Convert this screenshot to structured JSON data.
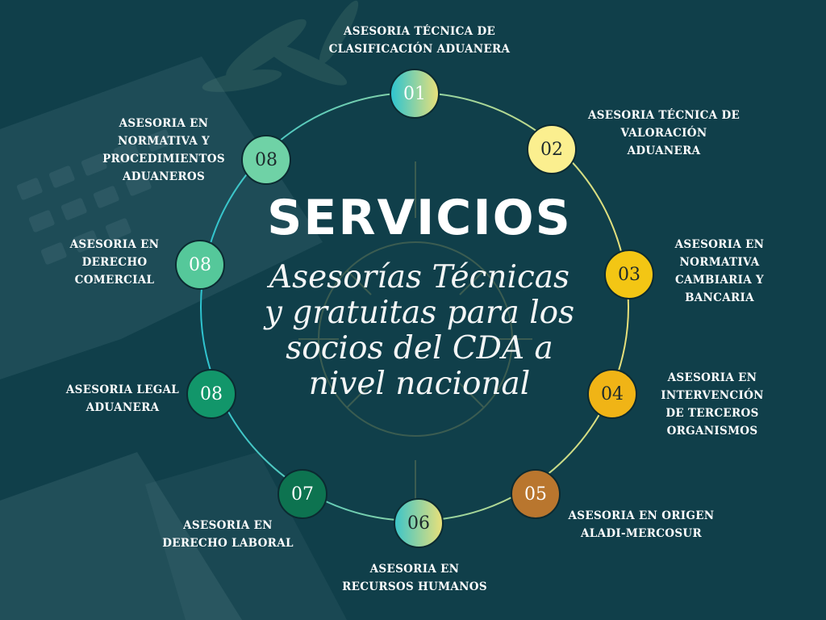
{
  "center": {
    "title": "SERVICIOS",
    "subtitle_lines": [
      "Asesorías Técnicas",
      "y gratuitas para los",
      "socios del CDA a",
      "nivel nacional"
    ]
  },
  "nodes": [
    {
      "number": "01",
      "label_lines": [
        "ASESORIA TÉCNICA DE",
        "CLASIFICACIÓN ADUANERA"
      ]
    },
    {
      "number": "02",
      "label_lines": [
        "ASESORIA TÉCNICA DE",
        "VALORACIÓN",
        "ADUANERA"
      ]
    },
    {
      "number": "03",
      "label_lines": [
        "ASESORIA EN",
        "NORMATIVA",
        "CAMBIARIA Y",
        "BANCARIA"
      ]
    },
    {
      "number": "04",
      "label_lines": [
        "ASESORIA EN",
        "INTERVENCIÓN",
        "DE TERCEROS",
        "ORGANISMOS"
      ]
    },
    {
      "number": "05",
      "label_lines": [
        "ASESORIA EN ORIGEN",
        "ALADI-MERCOSUR"
      ]
    },
    {
      "number": "06",
      "label_lines": [
        "ASESORIA EN",
        "RECURSOS HUMANOS"
      ]
    },
    {
      "number": "07",
      "label_lines": [
        "ASESORIA EN",
        "DERECHO LABORAL"
      ]
    },
    {
      "number": "08",
      "label_lines": [
        "ASESORIA LEGAL",
        "ADUANERA"
      ]
    },
    {
      "number": "08",
      "label_lines": [
        "ASESORIA EN",
        "DERECHO",
        "COMERCIAL"
      ]
    },
    {
      "number": "08",
      "label_lines": [
        "ASESORIA EN",
        "NORMATIVA Y",
        "PROCEDIMIENTOS",
        "ADUANEROS"
      ]
    }
  ],
  "colors": {
    "background": "#103f4a",
    "ring_gradient": [
      "#2ec4d0",
      "#e8e07a"
    ],
    "node_01": "#3fc0c7",
    "node_02": "#fbef8f",
    "node_03": "#f3c614",
    "node_04": "#f0b416",
    "node_05": "#b9762e",
    "node_06": "#3ec5c8",
    "node_07": "#0d7350",
    "node_08a": "#12966a",
    "node_08b": "#55c89a",
    "node_08c": "#6fd2a6"
  }
}
